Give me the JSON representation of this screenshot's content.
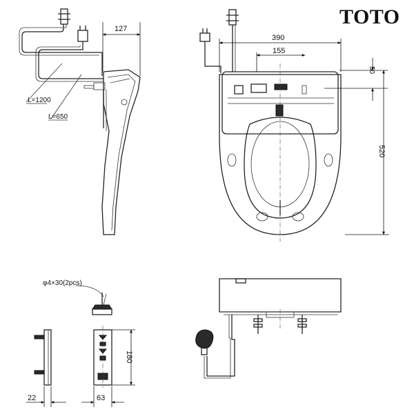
{
  "brand": {
    "name": "TOTO"
  },
  "side_view": {
    "cable_long": "L=1200",
    "cable_short": "L=650",
    "depth": "127"
  },
  "top_view": {
    "width": "390",
    "center": "155",
    "offset": "50",
    "length": "520"
  },
  "hardware": {
    "screw": "φ4×30(2pcs)",
    "plate_width": "63",
    "plate_height": "180",
    "plate_depth": "22"
  }
}
